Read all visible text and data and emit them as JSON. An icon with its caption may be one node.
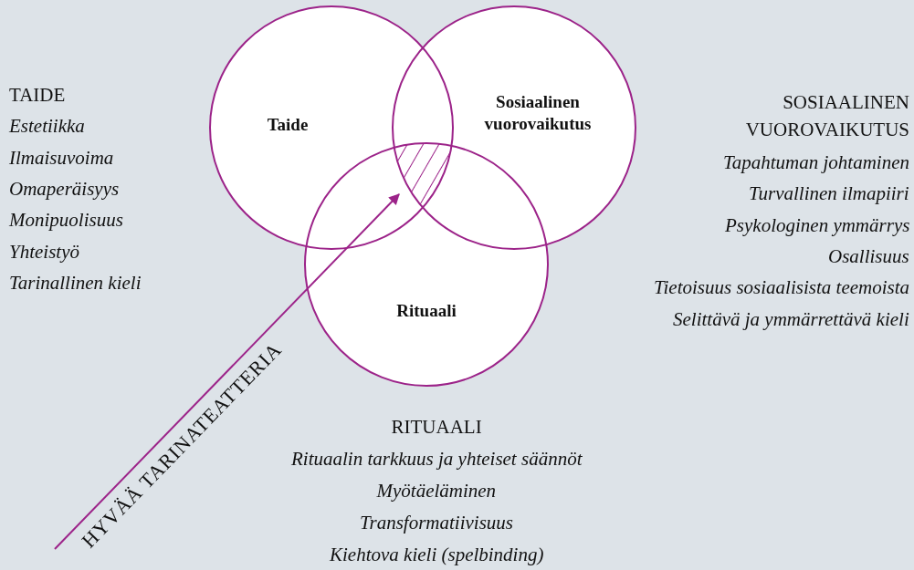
{
  "diagram": {
    "nodes": [
      {
        "text": [
          "Taide"
        ]
      },
      {
        "text": [
          "Sosiaalinen vuorovaikutus"
        ]
      },
      {
        "text": [
          "Rituaali"
        ]
      },
      {
        "text": [],
        "shape": "area"
      }
    ],
    "edges": [
      {
        "from": null,
        "to": 3,
        "arrow": "to",
        "label": "HYVÄÄ TARINATEATTERIA"
      }
    ],
    "labels": [
      "TAIDE",
      "Estetiikka",
      "Ilmaisuvoima",
      "Omaperäisyys",
      "Monipuolisuus",
      "Yhteistyö",
      "Tarinallinen kieli",
      "SOSIAALINEN VUOROVAIKUTUS",
      "Tapahtuman johtaminen",
      "Turvallinen ilmapiiri",
      "Psykologinen ymmärrys",
      "Osallisuus",
      "Tietoisuus sosiaalisista teemoista",
      "Selittävä ja ymmärrettävä kieli",
      "RITUAALI",
      "Rituaalin tarkkuus ja yhteiset säännöt",
      "Myötäeläminen",
      "Transformatiivisuus",
      "Kiehtova kieli (spelbinding)"
    ]
  }
}
